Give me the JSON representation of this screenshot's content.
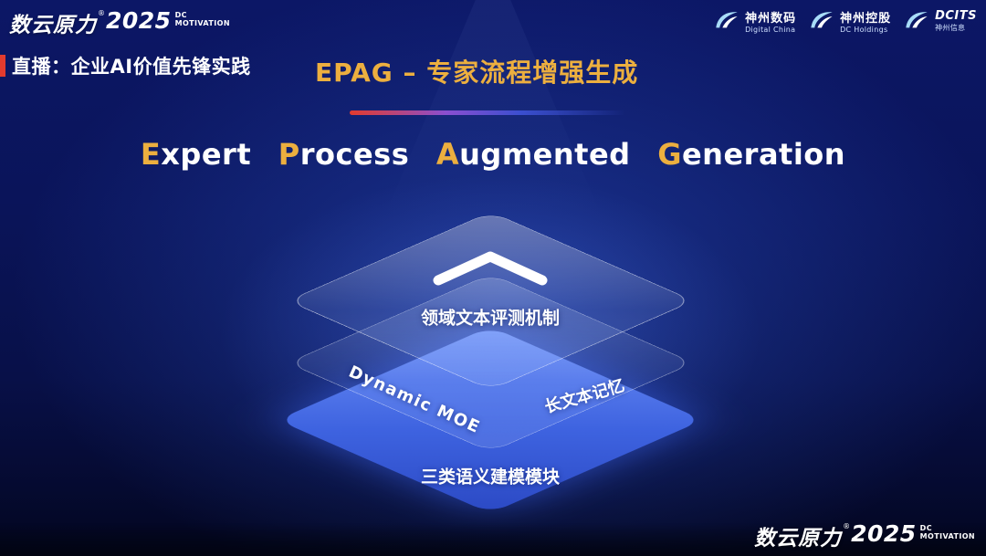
{
  "brand": {
    "name": "数云原力",
    "reg": "®",
    "year": "2025",
    "tag_line1": "DC",
    "tag_line2": "MOTIVATION"
  },
  "header": {
    "live_label": "直播：企业AI价值先锋实践",
    "title": "EPAG – 专家流程增强生成",
    "partners": [
      {
        "line1": "神州数码",
        "line2": "Digital China"
      },
      {
        "line1": "神州控股",
        "line2": "DC Holdings"
      },
      {
        "line1": "DCITS",
        "line2": "神州信息"
      }
    ]
  },
  "subtitle": {
    "words": [
      {
        "lead": "E",
        "rest": "xpert"
      },
      {
        "lead": "P",
        "rest": "rocess"
      },
      {
        "lead": "A",
        "rest": "ugmented"
      },
      {
        "lead": "G",
        "rest": "eneration"
      }
    ]
  },
  "diagram": {
    "top_layer_label": "领域文本评测机制",
    "middle_layer_labels": {
      "left": "Dynamic MOE",
      "right": "长文本记忆"
    },
    "bottom_layer_label": "三类语义建模模块"
  },
  "colors": {
    "gold": "#ECAF3F",
    "red": "#E23B2E",
    "layer_blue": "#3E63E0"
  }
}
